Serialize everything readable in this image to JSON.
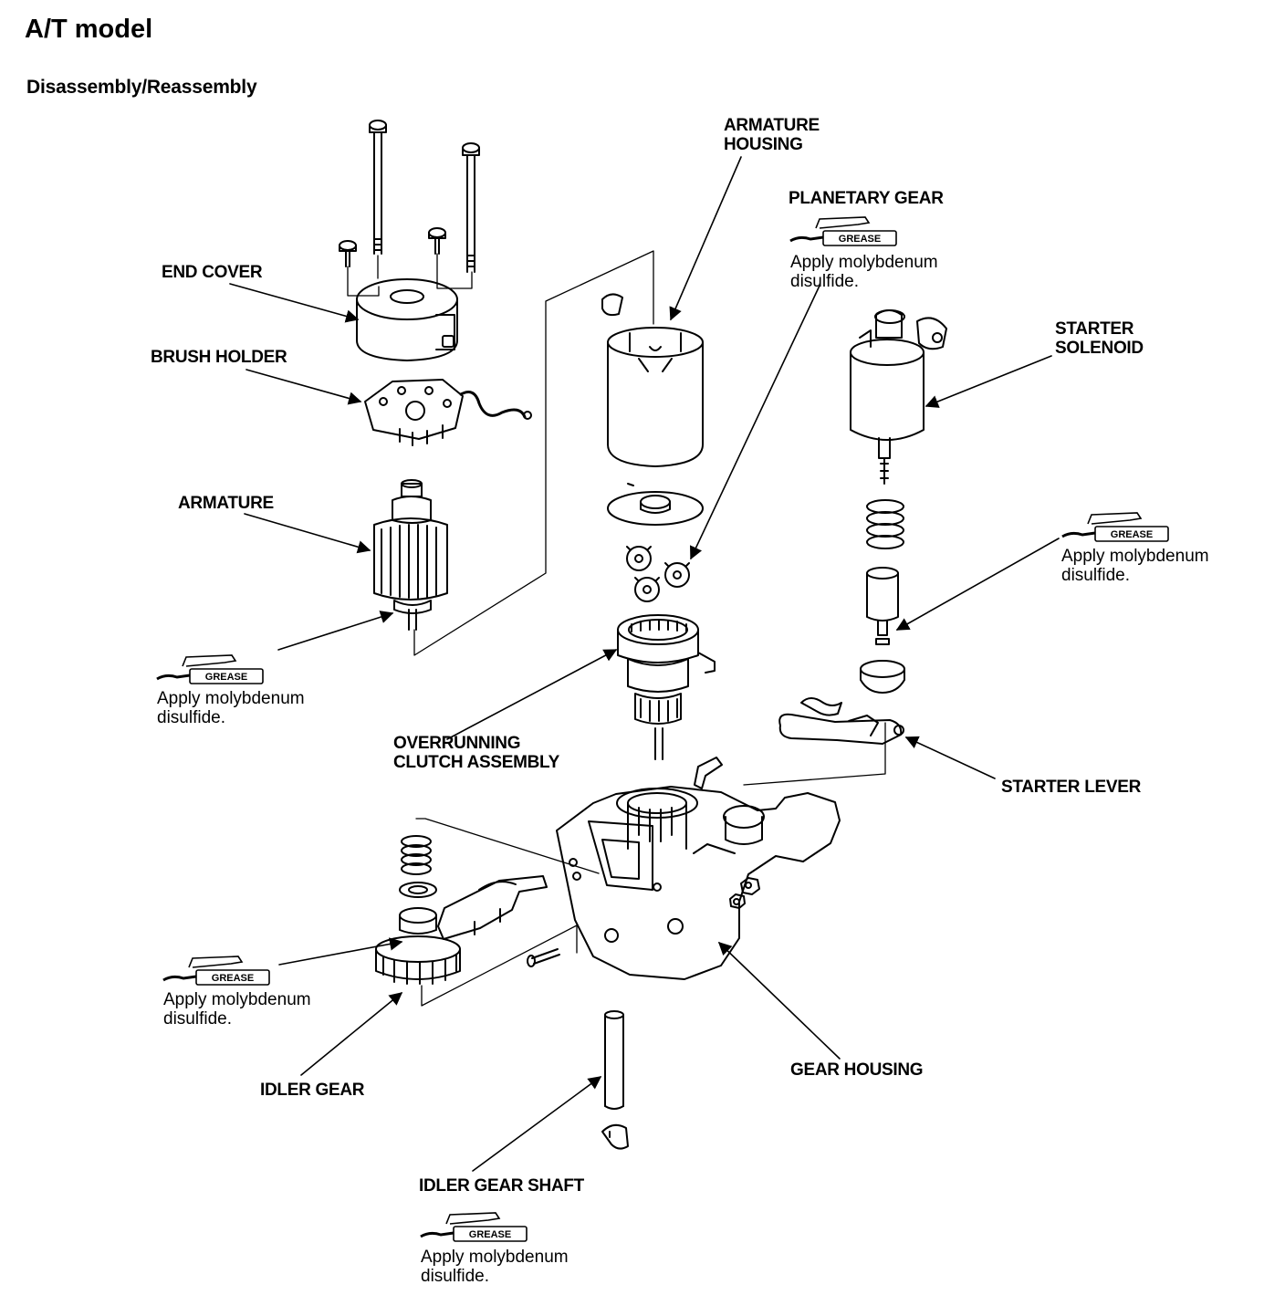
{
  "header": {
    "title": "A/T model",
    "subtitle": "Disassembly/Reassembly"
  },
  "labels": {
    "end_cover": "END COVER",
    "brush_holder": "BRUSH HOLDER",
    "armature": "ARMATURE",
    "armature_housing_1": "ARMATURE",
    "armature_housing_2": "HOUSING",
    "planetary_gear": "PLANETARY GEAR",
    "starter_solenoid_1": "STARTER",
    "starter_solenoid_2": "SOLENOID",
    "overrunning_clutch_1": "OVERRUNNING",
    "overrunning_clutch_2": "CLUTCH ASSEMBLY",
    "starter_lever": "STARTER LEVER",
    "gear_housing": "GEAR HOUSING",
    "idler_gear": "IDLER GEAR",
    "idler_gear_shaft": "IDLER GEAR SHAFT"
  },
  "grease_badge": "GREASE",
  "note": {
    "line1": "Apply molybdenum",
    "line2": "disulfide."
  }
}
